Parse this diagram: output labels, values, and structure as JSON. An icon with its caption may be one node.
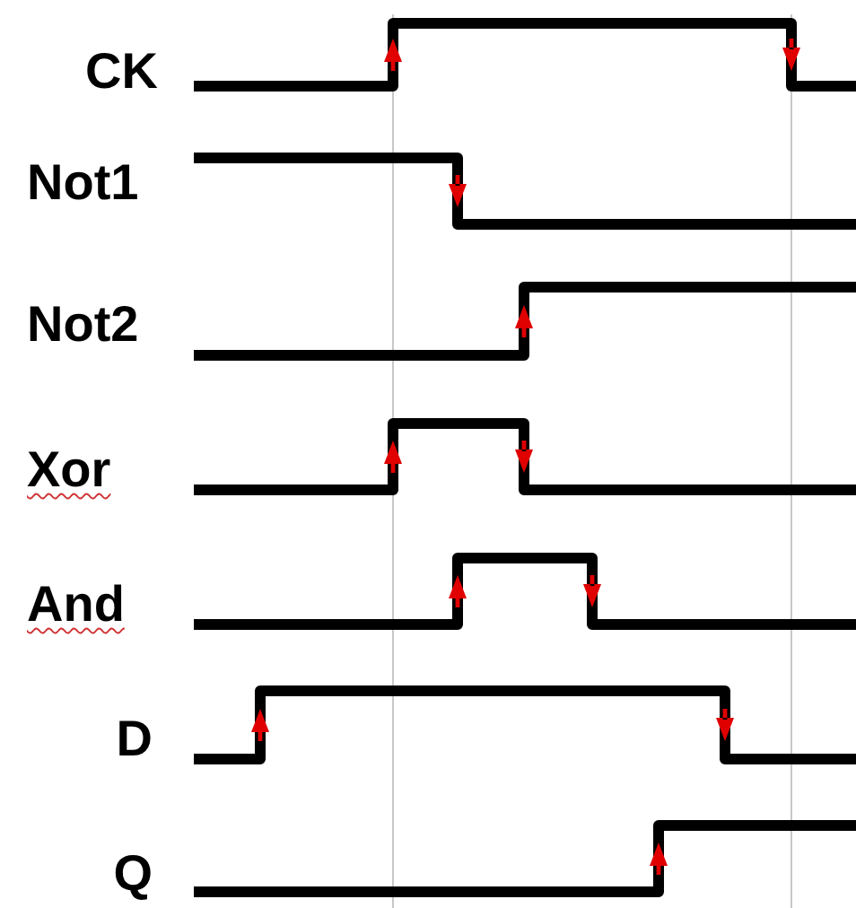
{
  "diagram": {
    "labels": [
      "CK",
      "Not1",
      "Not2",
      "Xor",
      "And",
      "D",
      "Q"
    ]
  }
}
